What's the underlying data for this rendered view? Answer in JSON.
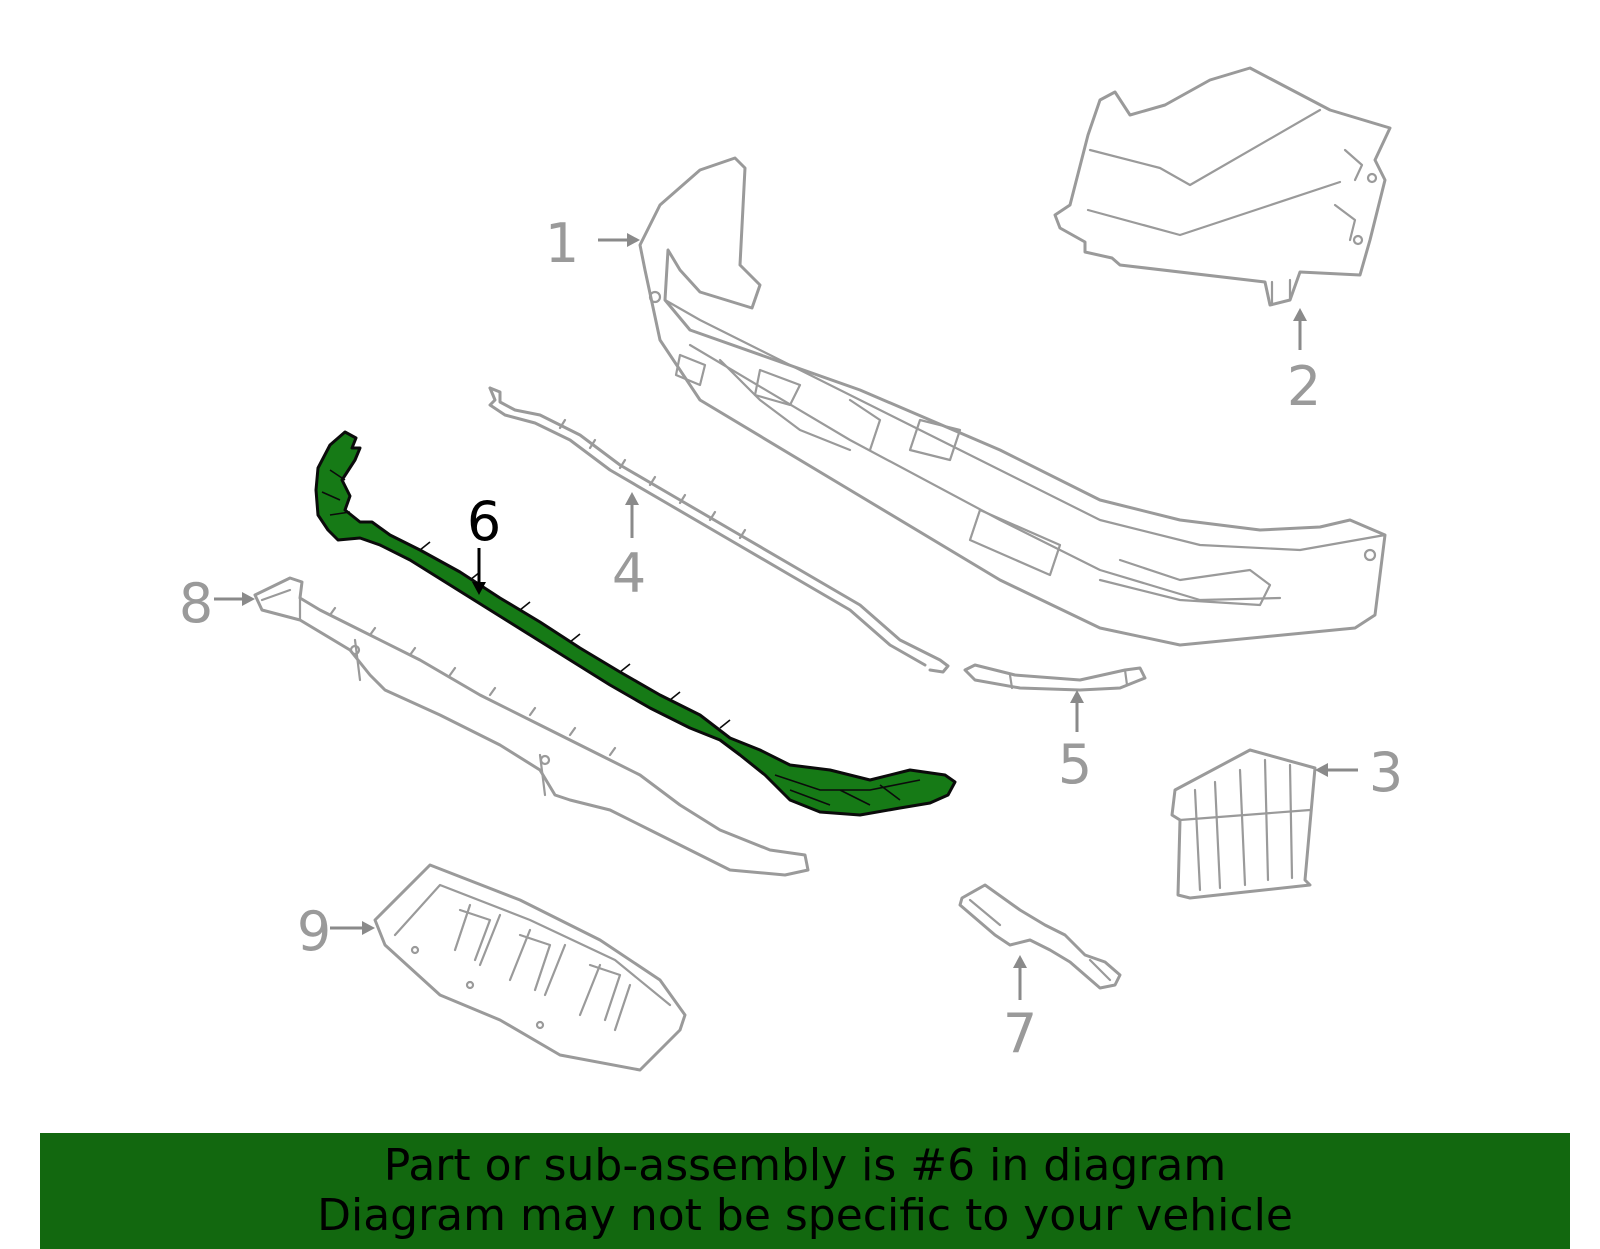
{
  "diagram": {
    "highlighted_part": "6",
    "callouts": [
      "1",
      "2",
      "3",
      "4",
      "5",
      "6",
      "7",
      "8",
      "9"
    ]
  },
  "banner": {
    "line1": "Part or sub-assembly is #6 in diagram",
    "line2": "Diagram may not be specific to your vehicle"
  },
  "colors": {
    "highlight": "#167a16",
    "banner": "#12680f",
    "outline": "#9a9a9a"
  }
}
